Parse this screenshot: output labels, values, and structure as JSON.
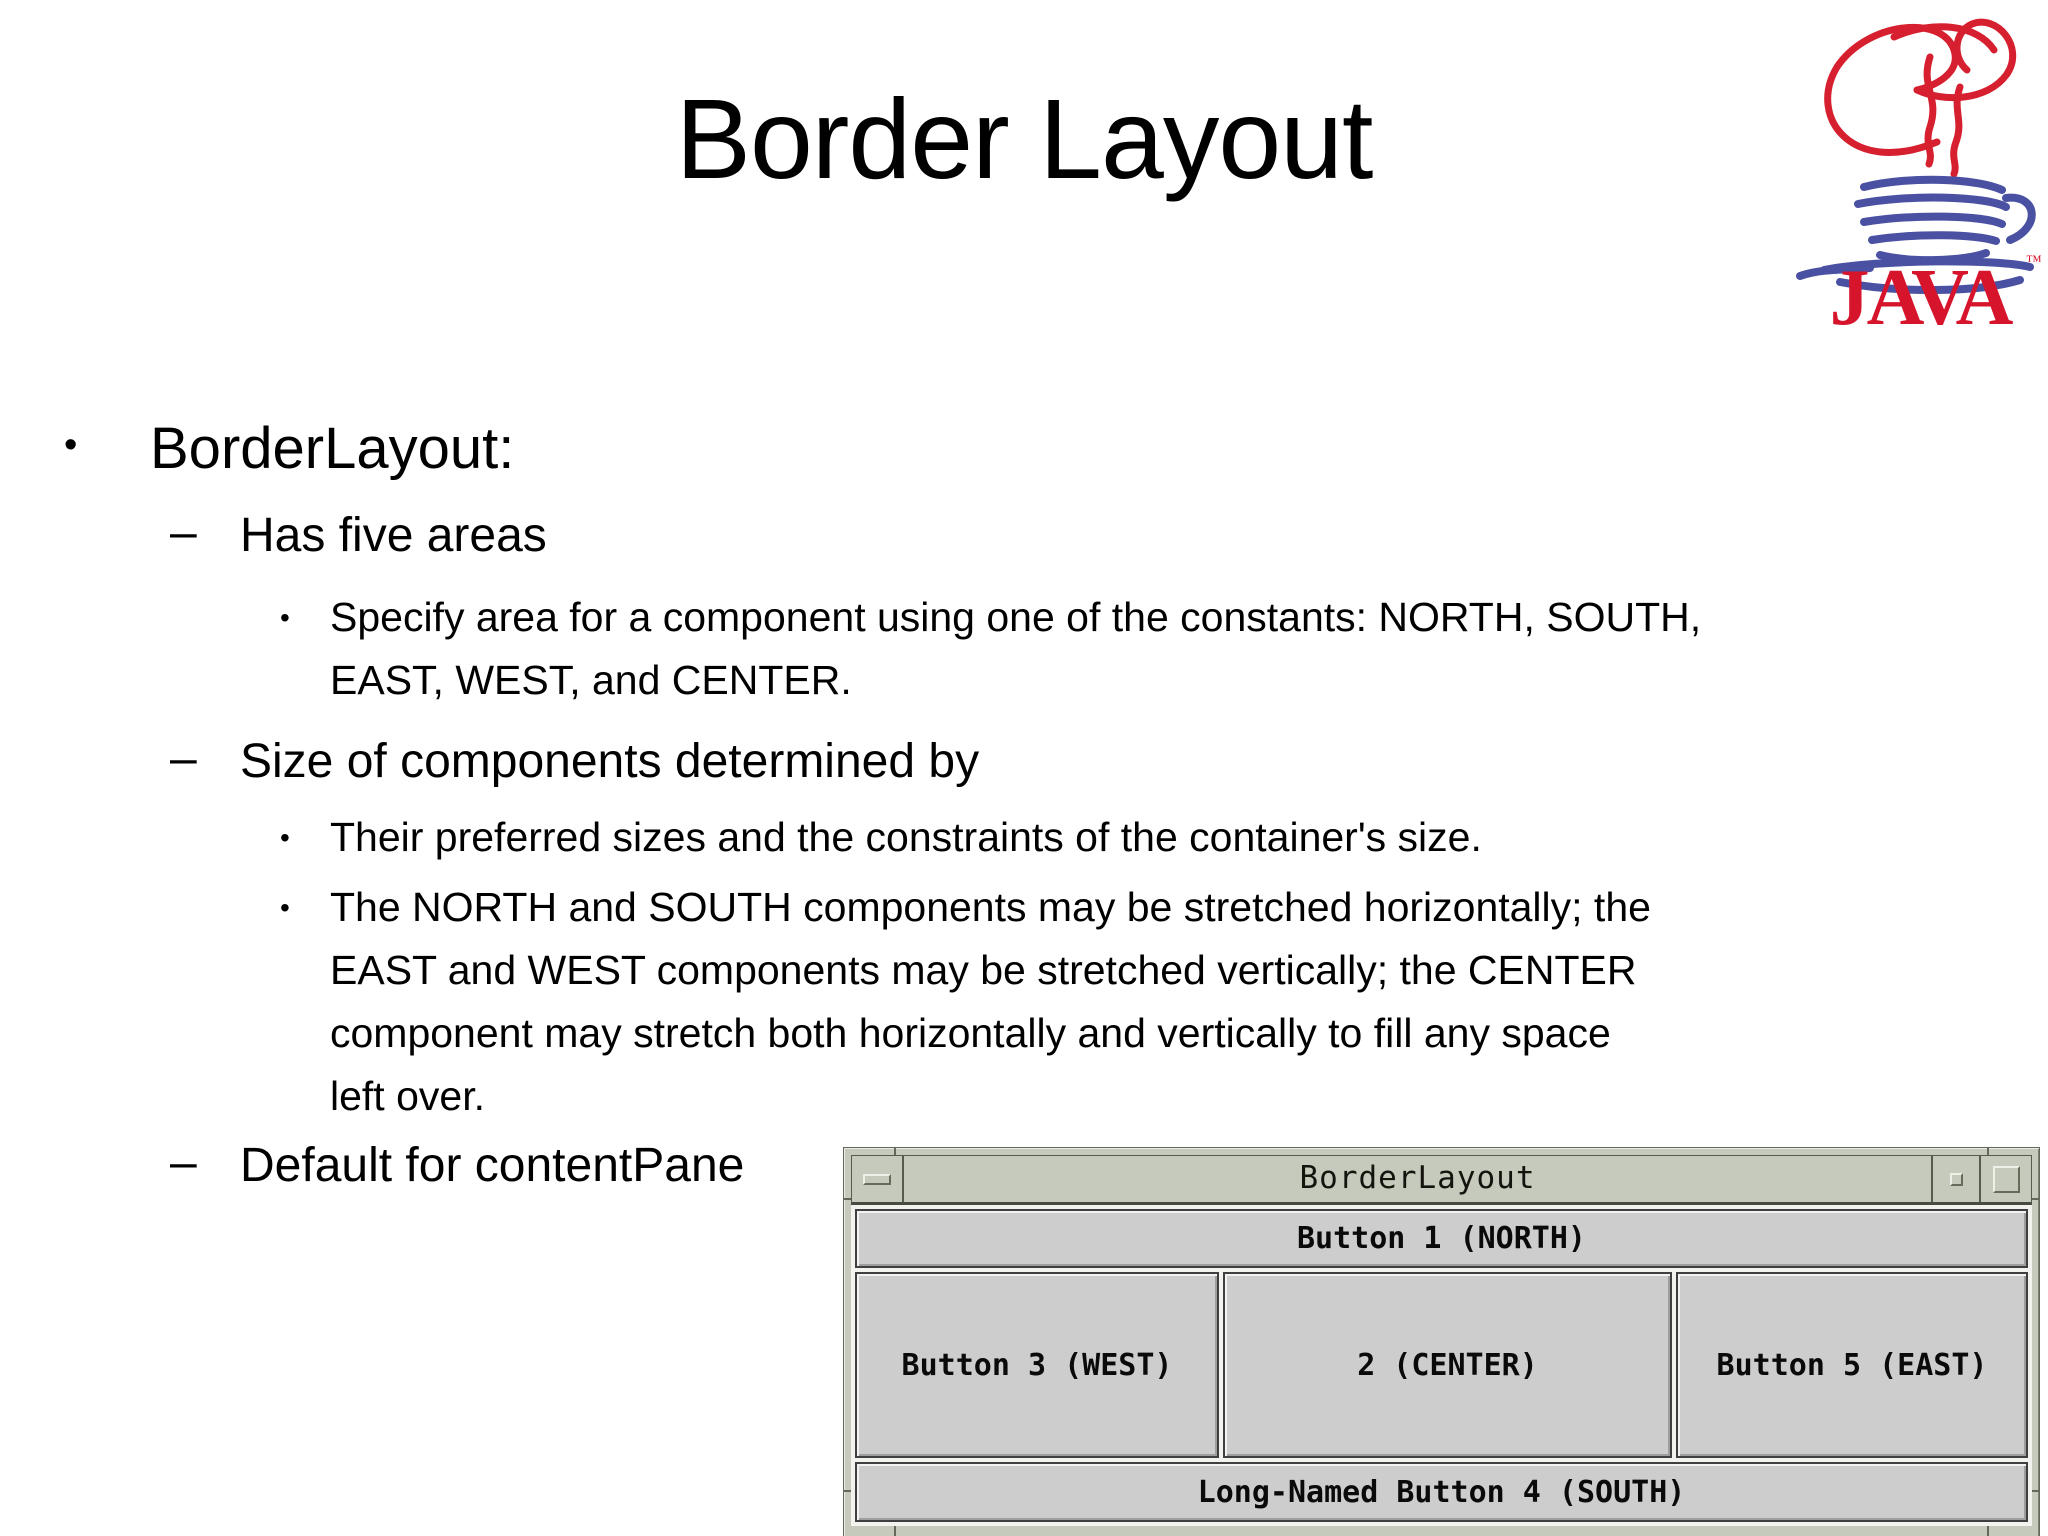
{
  "slide": {
    "title": "Border Layout",
    "bullets": [
      {
        "level": 1,
        "marker": "•",
        "text": "BorderLayout:"
      },
      {
        "level": 2,
        "marker": "–",
        "text": "Has five areas"
      },
      {
        "level": 3,
        "marker": "•",
        "lines": [
          "Specify area for a component using one of the constants: NORTH, SOUTH,",
          "EAST, WEST, and CENTER."
        ]
      },
      {
        "level": 2,
        "marker": "–",
        "text": "Size of components determined by"
      },
      {
        "level": 3,
        "marker": "•",
        "lines": [
          "Their preferred sizes and the constraints of the container's size."
        ]
      },
      {
        "level": 3,
        "marker": "•",
        "lines": [
          "The NORTH and SOUTH components may be stretched horizontally; the",
          "EAST and WEST components may be stretched vertically; the CENTER",
          "component may stretch both horizontally and vertically to fill any space",
          "left over."
        ]
      },
      {
        "level": 2,
        "marker": "–",
        "text": "Default for contentPane"
      }
    ]
  },
  "logo": {
    "text": "JAVA",
    "tm": "™",
    "colors": {
      "steam_red": "#d6202f",
      "cup_blue": "#4a50a2",
      "wordmark_red": "#d6142c"
    }
  },
  "app_window": {
    "title": "BorderLayout",
    "buttons": {
      "north": "Button 1 (NORTH)",
      "west": "Button 3 (WEST)",
      "center": "2 (CENTER)",
      "east": "Button 5 (EAST)",
      "south": "Long-Named Button 4 (SOUTH)"
    },
    "colors": {
      "titlebar_bg": "#c5cabc",
      "frame_shadow": "#62685a",
      "button_face": "#cdcdcd",
      "content_gap": "#f2f2ee"
    }
  }
}
